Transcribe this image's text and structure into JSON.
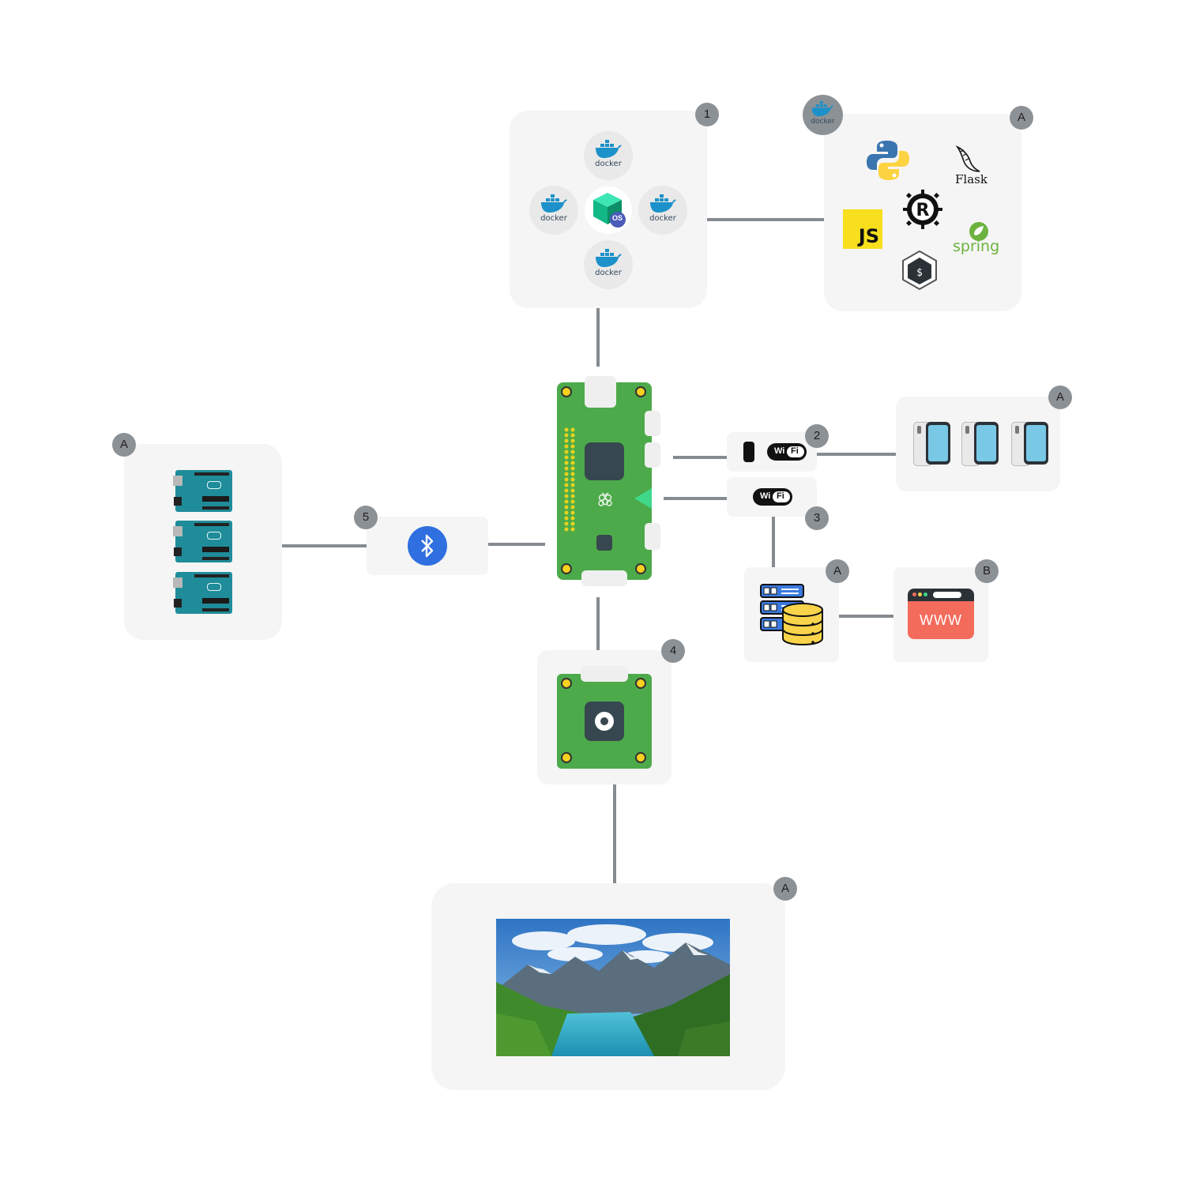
{
  "badges": {
    "os_panel": "1",
    "languages_panel": "A",
    "wifi_phone": "2",
    "phones_panel": "A",
    "wifi_server": "3",
    "server_panel": "A",
    "web_panel": "B",
    "camera_panel": "4",
    "bluetooth_panel": "5",
    "arduino_panel": "A",
    "display_panel": "A"
  },
  "docker_label": "docker",
  "os_label": "OS",
  "languages": {
    "flask": "Flask",
    "js": "JS",
    "spring": "spring",
    "shell": "$"
  },
  "wifi_label_left": "Wi",
  "wifi_label_right": "Fi",
  "web_label": "WWW",
  "colors": {
    "panel": "#f5f5f5",
    "badge": "#8c9196",
    "connector": "#868b90",
    "board_green": "#4caa4a",
    "chip_dark": "#37474f",
    "bluetooth_blue": "#2f6fe0",
    "web_red": "#f26b5b",
    "db_yellow": "#f9d44a",
    "server_blue": "#3b7be0",
    "docker_blue": "#1d91c9",
    "arduino_teal": "#1f8c9a"
  },
  "icons": [
    "docker-icon",
    "os-cube-icon",
    "python-icon",
    "flask-icon",
    "rust-icon",
    "javascript-icon",
    "spring-icon",
    "shell-icon",
    "raspberry-pi-board",
    "smartphone-icon",
    "wifi-icon",
    "bluetooth-icon",
    "server-icon",
    "database-icon",
    "web-browser-icon",
    "camera-module",
    "arduino-board",
    "landscape-display"
  ]
}
